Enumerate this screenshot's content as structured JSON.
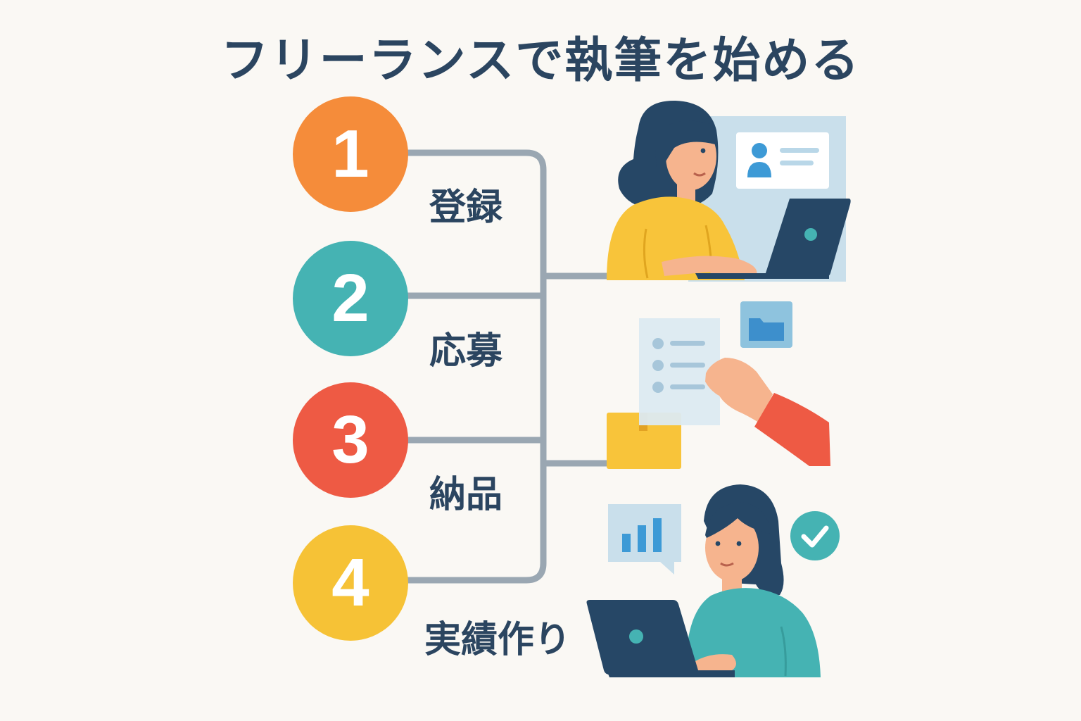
{
  "title": "フリーランスで執筆を始める",
  "colors": {
    "title": "#2B4560",
    "connector": "#9AA7B2",
    "step1": "#F58C3A",
    "step2": "#45B3B3",
    "step3": "#EE5A44",
    "step4": "#F6C236",
    "navy": "#264766",
    "skin": "#F6B48E"
  },
  "steps": [
    {
      "number": "1",
      "label": "登録",
      "illustration": "woman-laptop-profile-card"
    },
    {
      "number": "2",
      "label": "応募",
      "illustration": "hand-holding-document"
    },
    {
      "number": "3",
      "label": "納品",
      "illustration": "box-folder-icon"
    },
    {
      "number": "4",
      "label": "実績作り",
      "illustration": "woman-laptop-chart-check"
    }
  ],
  "icons": [
    "user-icon",
    "folder-icon",
    "bar-chart-icon",
    "check-icon",
    "laptop-icon"
  ]
}
